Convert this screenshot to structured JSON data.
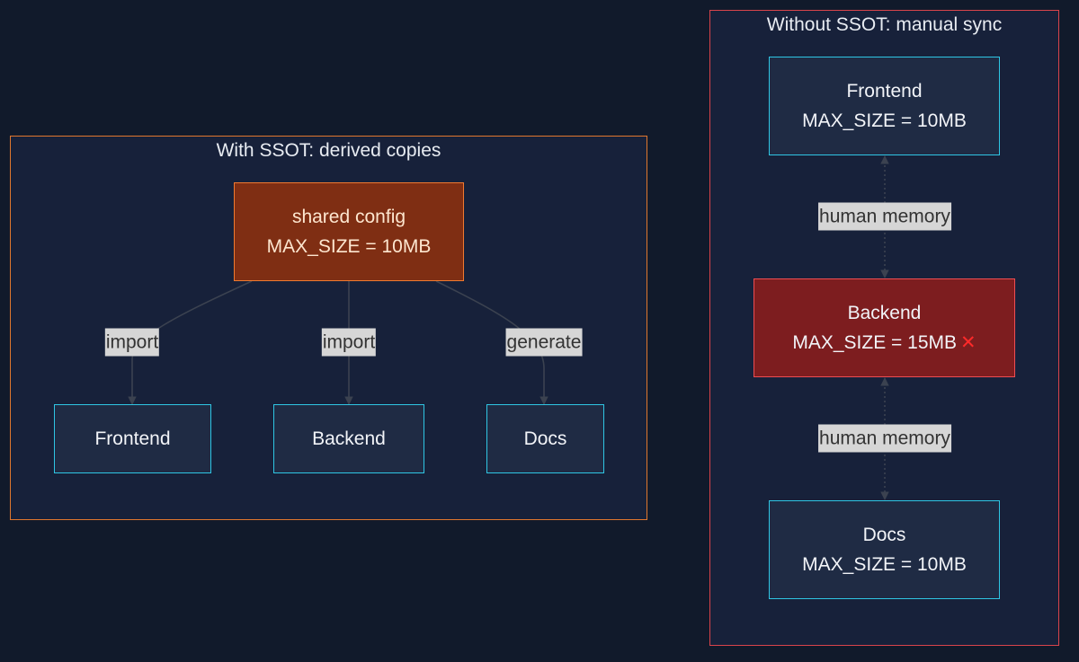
{
  "ssot": {
    "title": "With SSOT: derived copies",
    "source": {
      "name": "shared config",
      "value": "MAX_SIZE = 10MB"
    },
    "targets": {
      "frontend": "Frontend",
      "backend": "Backend",
      "docs": "Docs"
    },
    "edges": {
      "frontend": "import",
      "backend": "import",
      "docs": "generate"
    }
  },
  "nossot": {
    "title": "Without SSOT: manual sync",
    "frontend": {
      "name": "Frontend",
      "value": "MAX_SIZE = 10MB"
    },
    "backend": {
      "name": "Backend",
      "value": "MAX_SIZE = 15MB",
      "error_mark": "✕"
    },
    "docs": {
      "name": "Docs",
      "value": "MAX_SIZE = 10MB"
    },
    "edge_top": "human memory",
    "edge_bottom": "human memory"
  },
  "colors": {
    "background": "#111a2b",
    "cluster_fill": "#17213a",
    "ssot_border": "#e0772e",
    "nossot_border": "#d9444b",
    "node_border": "#2fc6e4",
    "source_fill": "#7f2e13",
    "error_fill": "#7d1d1f",
    "error_mark": "#ff2a2a"
  }
}
